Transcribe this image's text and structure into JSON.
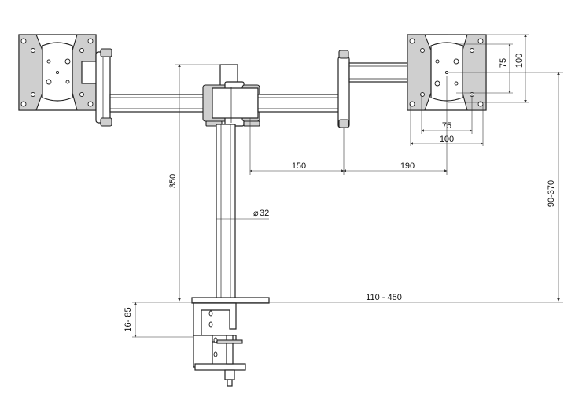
{
  "dimensions": {
    "vesa_inner_vertical": "75",
    "vesa_outer_vertical": "100",
    "vesa_inner_horizontal": "75",
    "vesa_outer_horizontal": "100",
    "arm_inner": "150",
    "arm_outer": "190",
    "pole_height": "350",
    "height_range": "90-370",
    "pole_diameter": "32",
    "diameter_symbol": "⌀",
    "desk_span": "110 - 450",
    "clamp_thickness": "16- 85"
  }
}
